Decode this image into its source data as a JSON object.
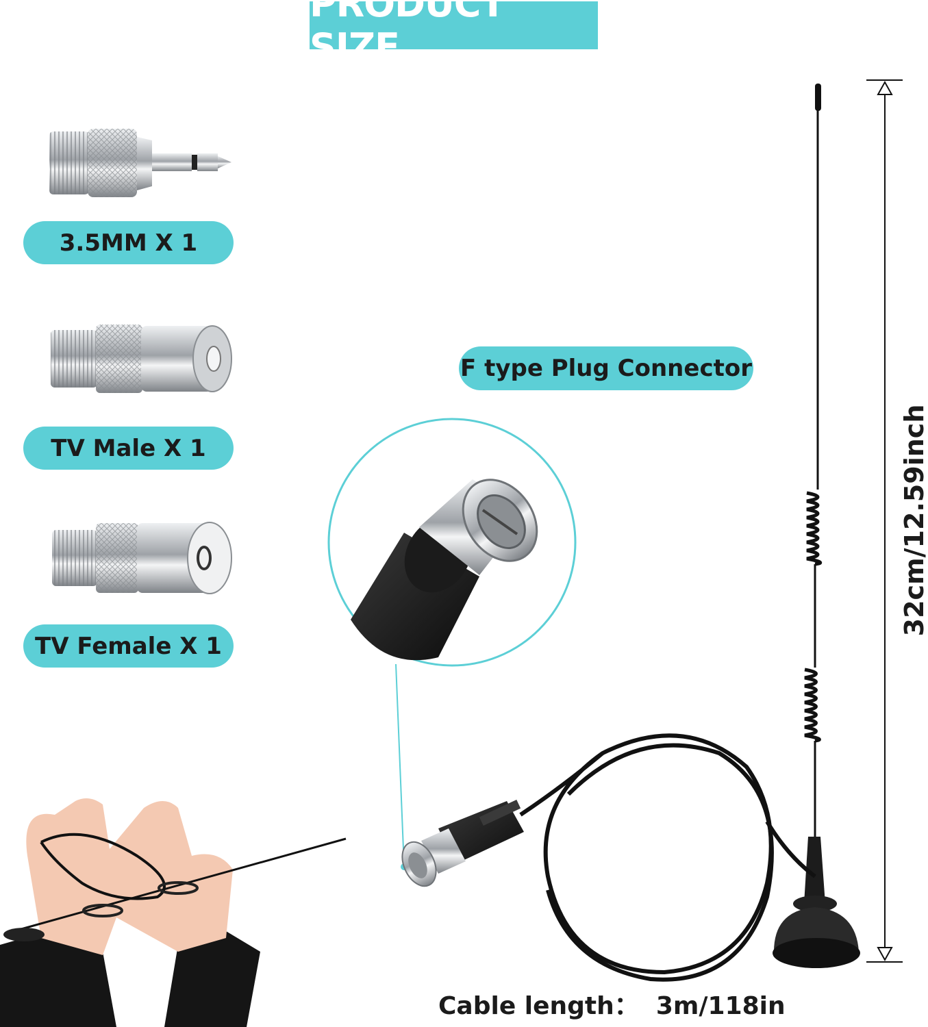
{
  "header": {
    "title": "PRODUCT SIZE"
  },
  "adapters": [
    {
      "label": "3.5MM X 1"
    },
    {
      "label": "TV Male X 1"
    },
    {
      "label": "TV Female X 1"
    }
  ],
  "callout": {
    "label": "F type Plug Connector"
  },
  "dimension": {
    "height_label": "32cm/12.59inch"
  },
  "cable": {
    "caption": "Cable length：  3m/118in"
  },
  "colors": {
    "accent": "#5ccfd6",
    "text": "#1b1b1b",
    "metal": "#b9bcc0",
    "cable": "#111111"
  }
}
